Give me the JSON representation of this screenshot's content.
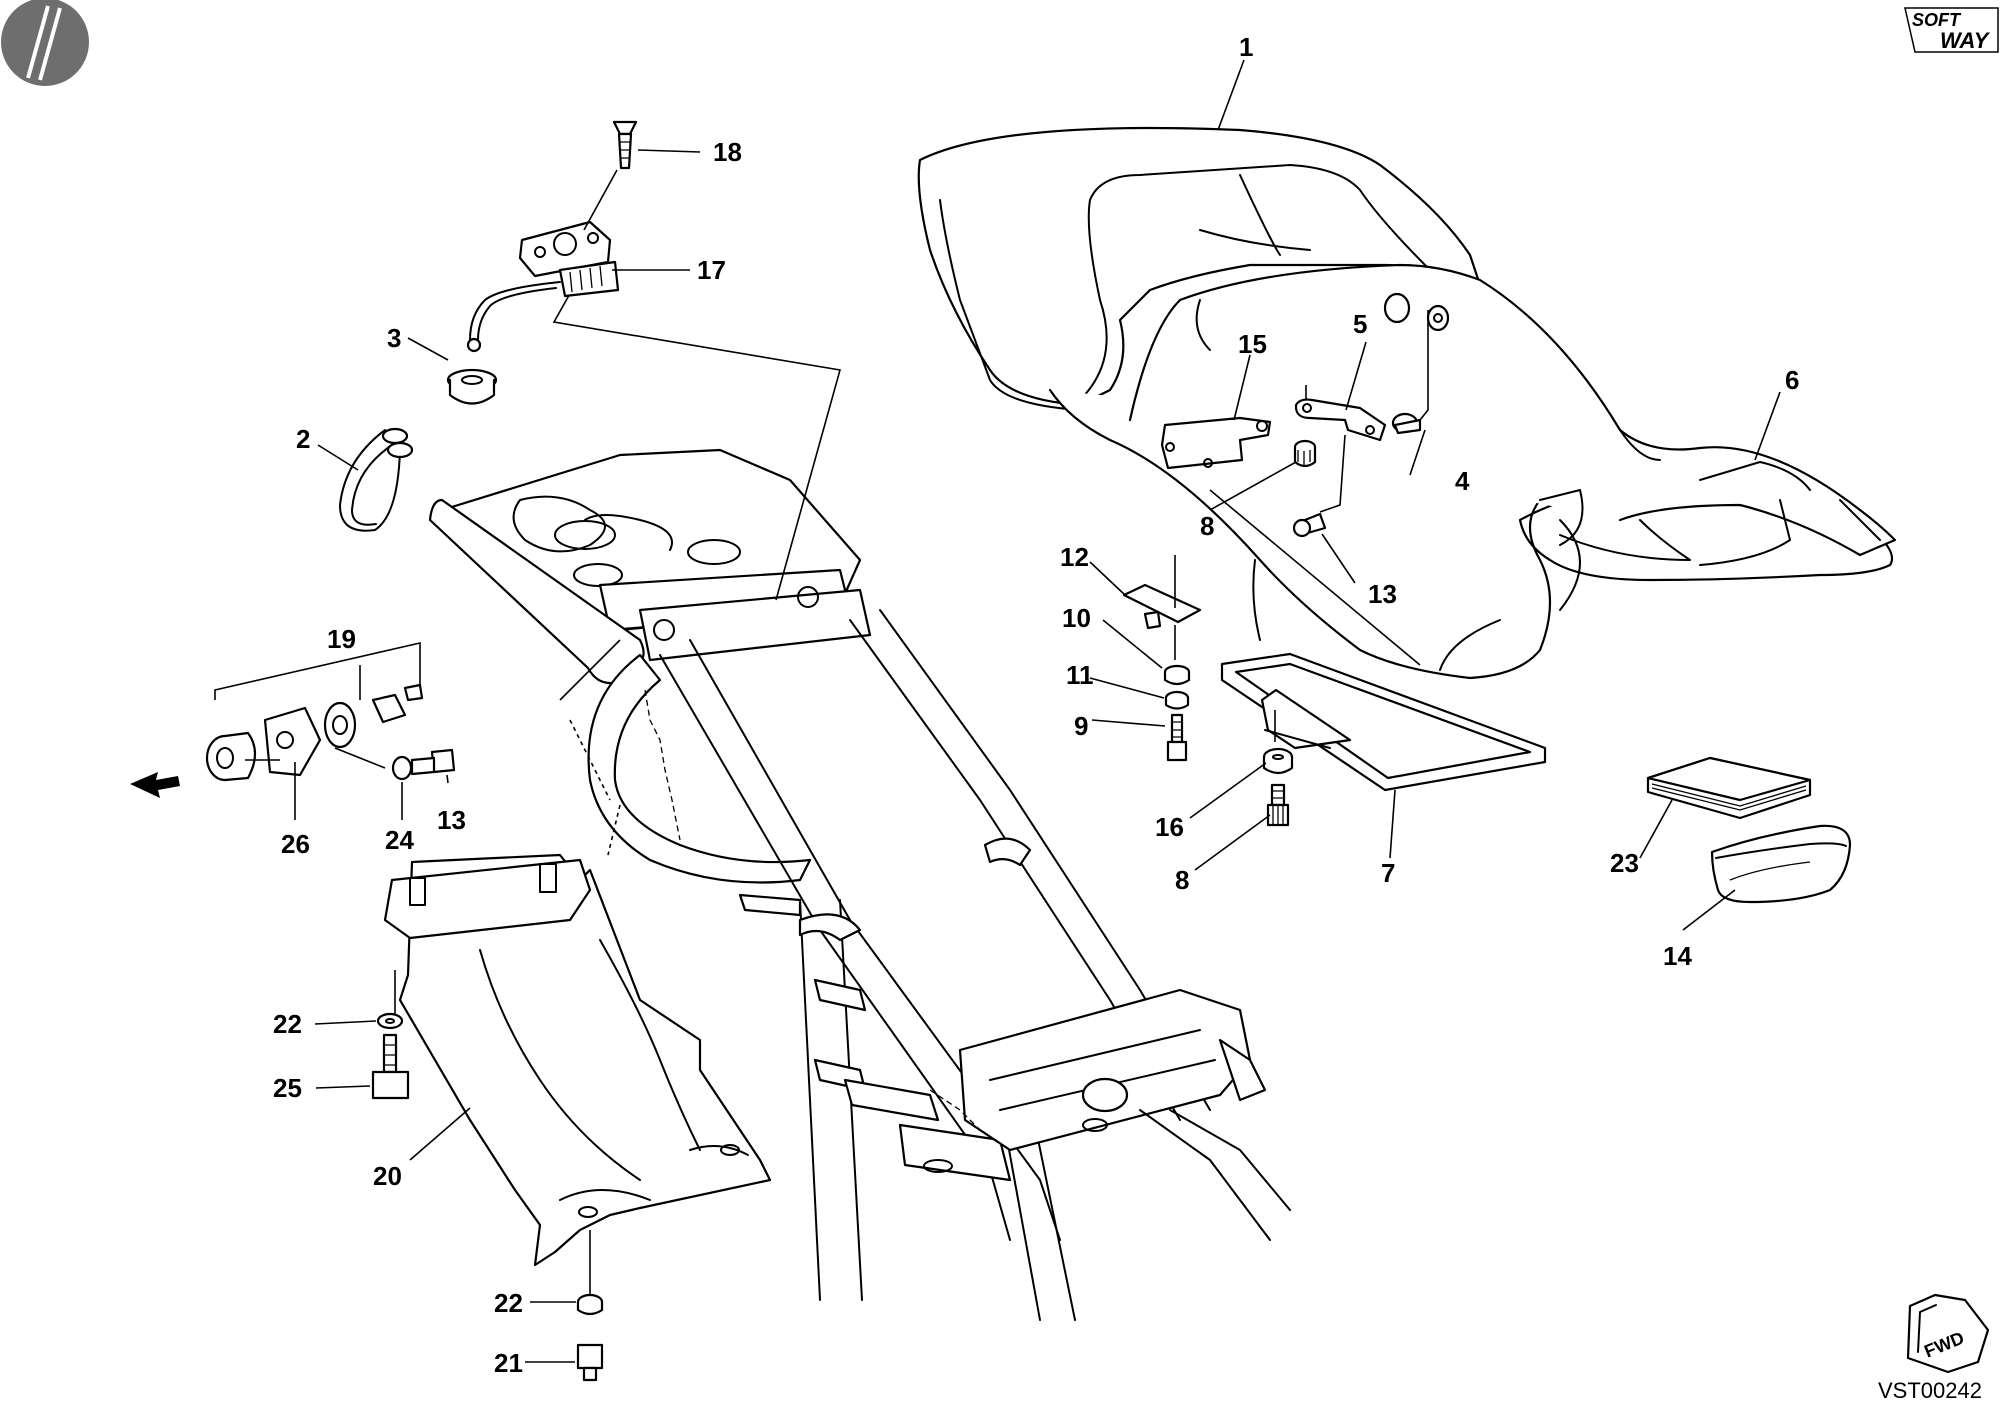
{
  "drawing": {
    "code": "VST00242",
    "fwd_label": "FWD",
    "brand_lines": [
      "SOFT",
      "WAY"
    ]
  },
  "callouts": {
    "c1": "1",
    "c2": "2",
    "c3": "3",
    "c4": "4",
    "c5": "5",
    "c6": "6",
    "c7": "7",
    "c8a": "8",
    "c8b": "8",
    "c9": "9",
    "c10": "10",
    "c11": "11",
    "c12": "12",
    "c13a": "13",
    "c13b": "13",
    "c14": "14",
    "c15": "15",
    "c16": "16",
    "c17": "17",
    "c18": "18",
    "c19": "19",
    "c20": "20",
    "c21": "21",
    "c22a": "22",
    "c22b": "22",
    "c23": "23",
    "c24": "24",
    "c25": "25",
    "c26": "26"
  }
}
